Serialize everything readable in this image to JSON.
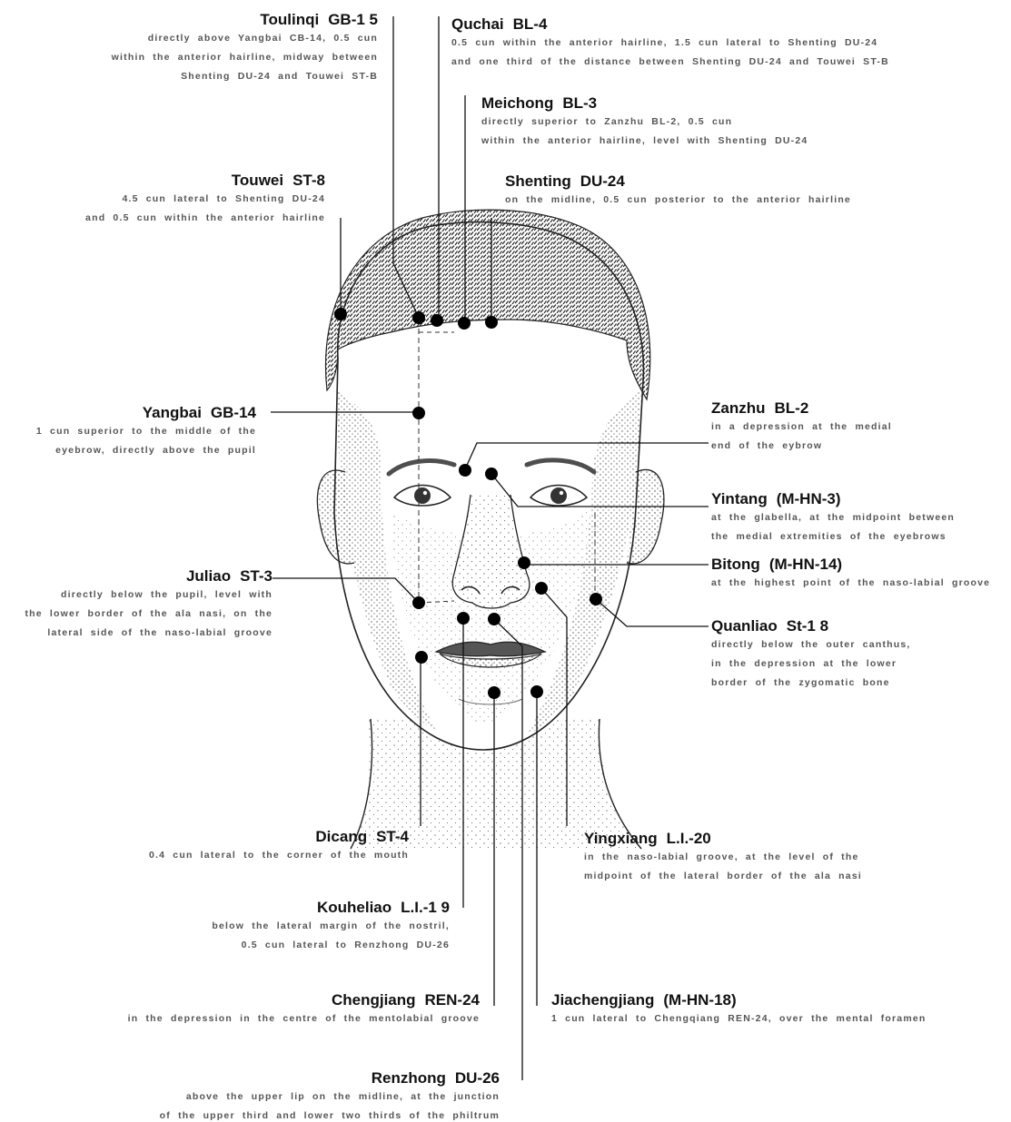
{
  "points": {
    "toulinqi": {
      "name": "Toulinqi",
      "code": "GB-1 5",
      "desc": [
        "directly above Yangbai CB-14, 0.5 cun",
        "within the anterior hairline, midway between",
        "Shenting DU-24 and Touwei ST-B"
      ]
    },
    "quchai": {
      "name": "Quchai",
      "code": "BL-4",
      "desc": [
        "0.5 cun within the anterior hairline, 1.5 cun lateral to Shenting DU-24",
        "and one third of the distance between Shenting DU-24 and Touwei ST-B"
      ]
    },
    "meichong": {
      "name": "Meichong",
      "code": "BL-3",
      "desc": [
        "directly superior to Zanzhu BL-2, 0.5 cun",
        "within the anterior hairline, level with Shenting DU-24"
      ]
    },
    "touwei": {
      "name": "Touwei",
      "code": "ST-8",
      "desc": [
        "4.5 cun lateral to Shenting DU-24",
        "and 0.5 cun within the anterior hairline"
      ]
    },
    "shenting": {
      "name": "Shenting",
      "code": "DU-24",
      "desc": [
        "on the midline, 0.5 cun posterior to the anterior hairline"
      ]
    },
    "yangbai": {
      "name": "Yangbai",
      "code": "GB-14",
      "desc": [
        "1 cun superior to the middle of the",
        "eyebrow, directly above the pupil"
      ]
    },
    "zanzhu": {
      "name": "Zanzhu",
      "code": "BL-2",
      "desc": [
        "in a depression at the medial",
        "end of the eybrow"
      ]
    },
    "yintang": {
      "name": "Yintang",
      "code": "(M-HN-3)",
      "desc": [
        "at the glabella, at the midpoint between",
        "the medial extremities of the eyebrows"
      ]
    },
    "juliao": {
      "name": "Juliao",
      "code": "ST-3",
      "desc": [
        "directly below the pupil, level with",
        "the lower border of the ala nasi, on the",
        "lateral side of the naso-labial groove"
      ]
    },
    "bitong": {
      "name": "Bitong",
      "code": "(M-HN-14)",
      "desc": [
        "at the highest point of the naso-labial groove"
      ]
    },
    "quanliao": {
      "name": "Quanliao",
      "code": "St-1 8",
      "desc": [
        "directly below the outer canthus,",
        "in the depression at the lower",
        "border of the zygomatic bone"
      ]
    },
    "dicang": {
      "name": "Dicang",
      "code": "ST-4",
      "desc": [
        "0.4 cun lateral to the corner of the mouth"
      ]
    },
    "yingxiang": {
      "name": "Yingxiang",
      "code": "L.I.-20",
      "desc": [
        "in the naso-labial groove, at the level of the",
        "midpoint of the lateral border of the ala nasi"
      ]
    },
    "kouheliao": {
      "name": "Kouheliao",
      "code": "L.I.-1 9",
      "desc": [
        "below the lateral margin of the nostril,",
        "0.5 cun lateral to Renzhong DU-26"
      ]
    },
    "chengjiang": {
      "name": "Chengjiang",
      "code": "REN-24",
      "desc": [
        "in the depression in the centre of the mentolabial groove"
      ]
    },
    "jiachengjiang": {
      "name": "Jiachengjiang",
      "code": "(M-HN-18)",
      "desc": [
        "1 cun lateral to Chengqiang REN-24, over the mental foramen"
      ]
    },
    "renzhong": {
      "name": "Renzhong",
      "code": "DU-26",
      "desc": [
        "above the upper lip on the midline, at the junction",
        "of the upper third and lower two thirds of the philtrum"
      ]
    }
  },
  "colors": {
    "ink": "#111111",
    "desc": "#555555",
    "stipple": "#2a2a2a"
  }
}
